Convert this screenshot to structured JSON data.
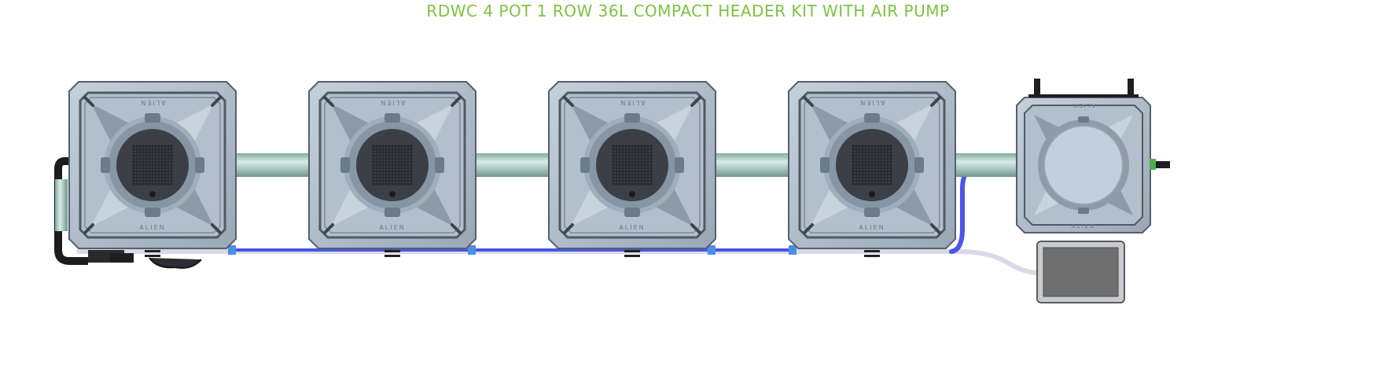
{
  "title": "RDWC 4 POT 1 ROW 36L COMPACT HEADER KIT WITH AIR PUMP",
  "pot_brand": "ALIEN",
  "pot_count": 4,
  "colors": {
    "title": "#7dc242",
    "pot_body": "#a8b6c4",
    "pot_outline": "#55606b",
    "pipe": "#a9c9c2",
    "air_line": "#4a55e8",
    "water_line": "#d9d9ea",
    "net_pot": "#3c4046",
    "air_pump": "#6f6f6f",
    "connector": "#4a90e2"
  },
  "icons": {
    "pot": "grow-pot-icon",
    "control_bucket": "control-bucket-icon",
    "air_pump": "air-pump-icon"
  }
}
